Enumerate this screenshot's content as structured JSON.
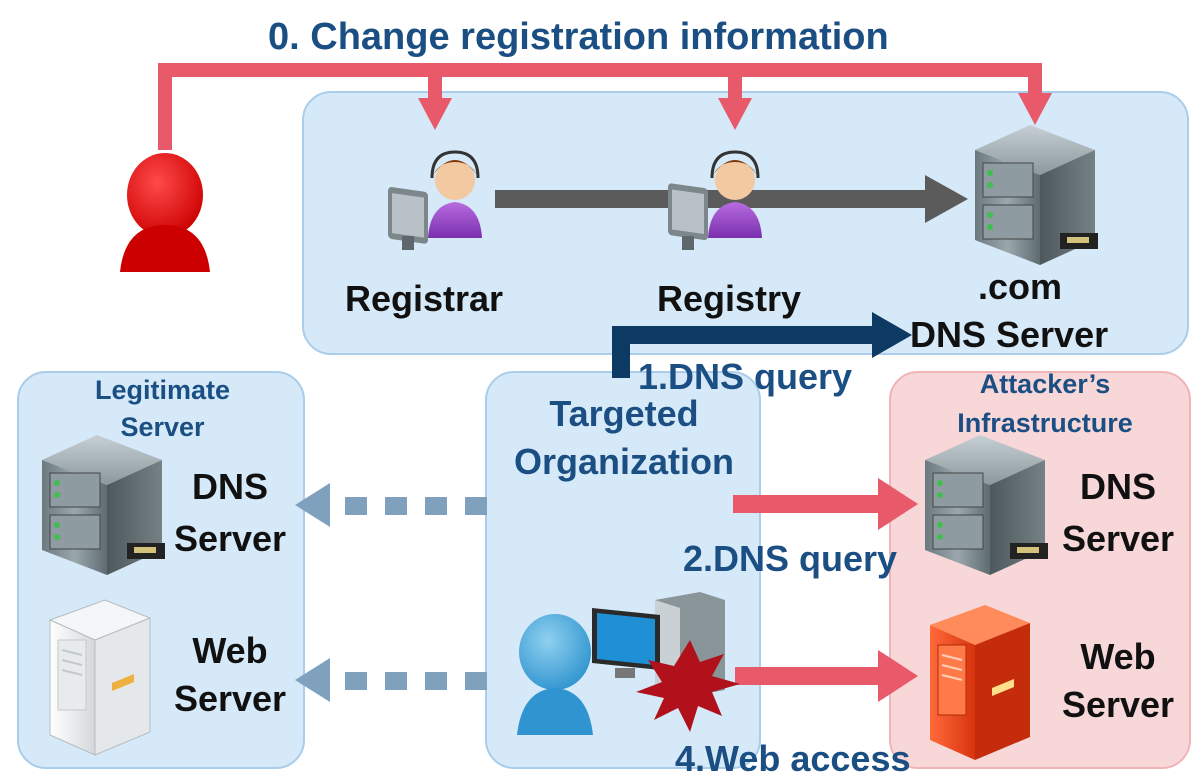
{
  "title": "0. Change registration information",
  "top_group": {
    "registrar_label": "Registrar",
    "registry_label": "Registry",
    "com_label": ".com",
    "dns_server_label": "DNS Server"
  },
  "legitimate": {
    "title_line1": "Legitimate",
    "title_line2": "Server",
    "dns_line1": "DNS",
    "dns_line2": "Server",
    "web_line1": "Web",
    "web_line2": "Server"
  },
  "target": {
    "title_line1": "Targeted",
    "title_line2": "Organization"
  },
  "attacker": {
    "title_line1": "Attacker’s",
    "title_line2": "Infrastructure",
    "dns_line1": "DNS",
    "dns_line2": "Server",
    "web_line1": "Web",
    "web_line2": "Server"
  },
  "steps": {
    "dns_query_1": "1.DNS query",
    "dns_query_2": "2.DNS query",
    "web_access": "4.Web access"
  },
  "colors": {
    "group_blue": "#d6e9f8",
    "group_border": "#a9cdea",
    "attacker_pink": "#f8d7d9",
    "attacker_border": "#f0b3b8",
    "red_arrow": "#e8596a",
    "gray_arrow": "#5b5b5b",
    "navy_arrow": "#0d3a63",
    "dotted_arrow": "#7fa1bd",
    "label_blue": "#1b4f84",
    "attacker_red": "#dd1111"
  },
  "icons": [
    "attacker-person-icon",
    "operator-registrar-icon",
    "operator-registry-icon",
    "com-dns-server-icon",
    "legit-dns-server-icon",
    "legit-web-server-icon",
    "target-user-icon",
    "target-computer-icon",
    "compromise-burst-icon",
    "attacker-dns-server-icon",
    "attacker-web-server-icon"
  ]
}
